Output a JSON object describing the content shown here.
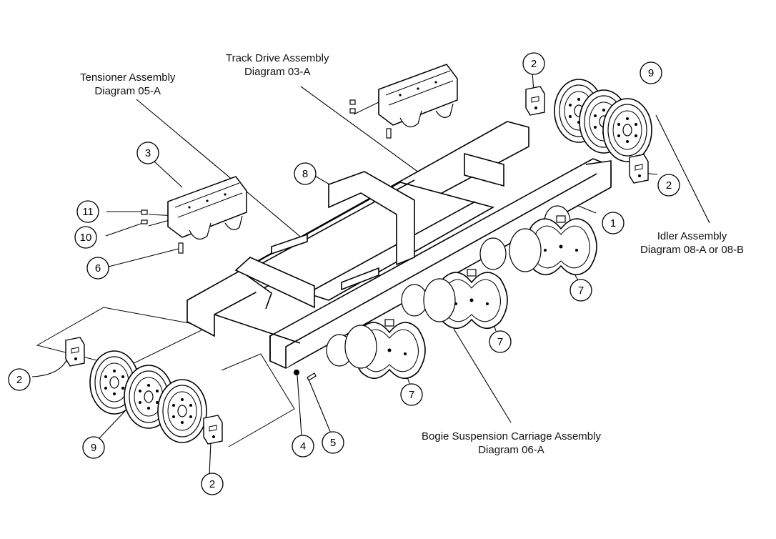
{
  "assemblies": {
    "track_drive": {
      "name": "Track Drive Assembly",
      "ref": "Diagram 03-A"
    },
    "tensioner": {
      "name": "Tensioner Assembly",
      "ref": "Diagram 05-A"
    },
    "idler": {
      "name": "Idler Assembly",
      "ref": "Diagram 08-A or 08-B"
    },
    "bogie": {
      "name": "Bogie Suspension Carriage Assembly",
      "ref": "Diagram 06-A"
    }
  },
  "callouts": [
    {
      "id": "c2a",
      "num": "2"
    },
    {
      "id": "c9a",
      "num": "9"
    },
    {
      "id": "c3",
      "num": "3"
    },
    {
      "id": "c8",
      "num": "8"
    },
    {
      "id": "c2b",
      "num": "2"
    },
    {
      "id": "c11",
      "num": "11"
    },
    {
      "id": "c10",
      "num": "10"
    },
    {
      "id": "c1",
      "num": "1"
    },
    {
      "id": "c6",
      "num": "6"
    },
    {
      "id": "c7a",
      "num": "7"
    },
    {
      "id": "c7b",
      "num": "7"
    },
    {
      "id": "c2c",
      "num": "2"
    },
    {
      "id": "c7c",
      "num": "7"
    },
    {
      "id": "c9b",
      "num": "9"
    },
    {
      "id": "c4",
      "num": "4"
    },
    {
      "id": "c5",
      "num": "5"
    },
    {
      "id": "c2d",
      "num": "2"
    }
  ]
}
